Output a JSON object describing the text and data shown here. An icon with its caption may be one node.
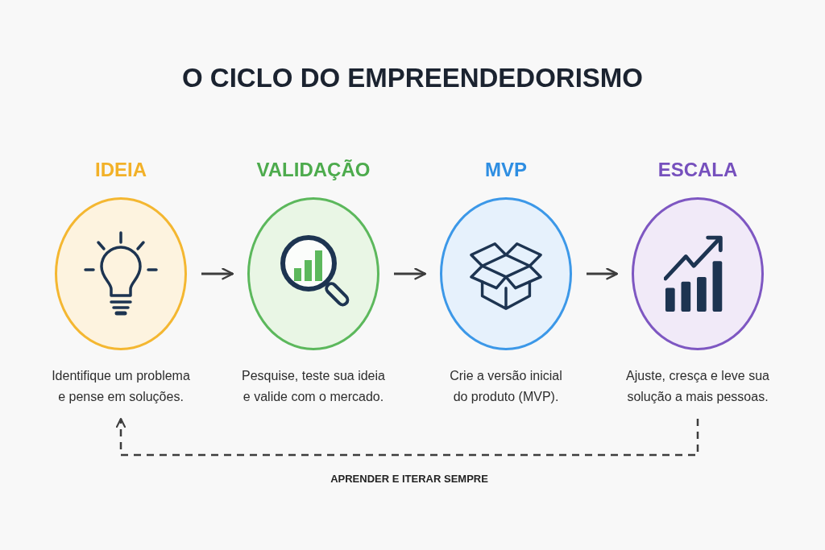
{
  "diagram": {
    "title": "O CICLO DO EMPREENDEDORISMO",
    "nodes": [
      {
        "text": [
          "IDEIA"
        ],
        "beside": [
          "Identifique um problema e pense em soluções."
        ]
      },
      {
        "text": [
          "VALIDAÇÃO"
        ],
        "beside": [
          "Pesquise, teste sua ideia e valide com o mercado."
        ]
      },
      {
        "text": [
          "MVP"
        ],
        "beside": [
          "Crie a versão inicial do produto (MVP)."
        ]
      },
      {
        "text": [
          "ESCALA"
        ],
        "beside": [
          "Ajuste, cresça e leve sua solução a mais pessoas."
        ]
      }
    ],
    "edges": [
      {
        "from": 0,
        "to": 1,
        "arrow": "to"
      },
      {
        "from": 1,
        "to": 2,
        "arrow": "to"
      },
      {
        "from": 2,
        "to": 3,
        "arrow": "to"
      },
      {
        "from": 3,
        "to": 0,
        "arrow": "to",
        "style": "dashed",
        "label": "APRENDER E ITERAR SEMPRE"
      }
    ]
  }
}
